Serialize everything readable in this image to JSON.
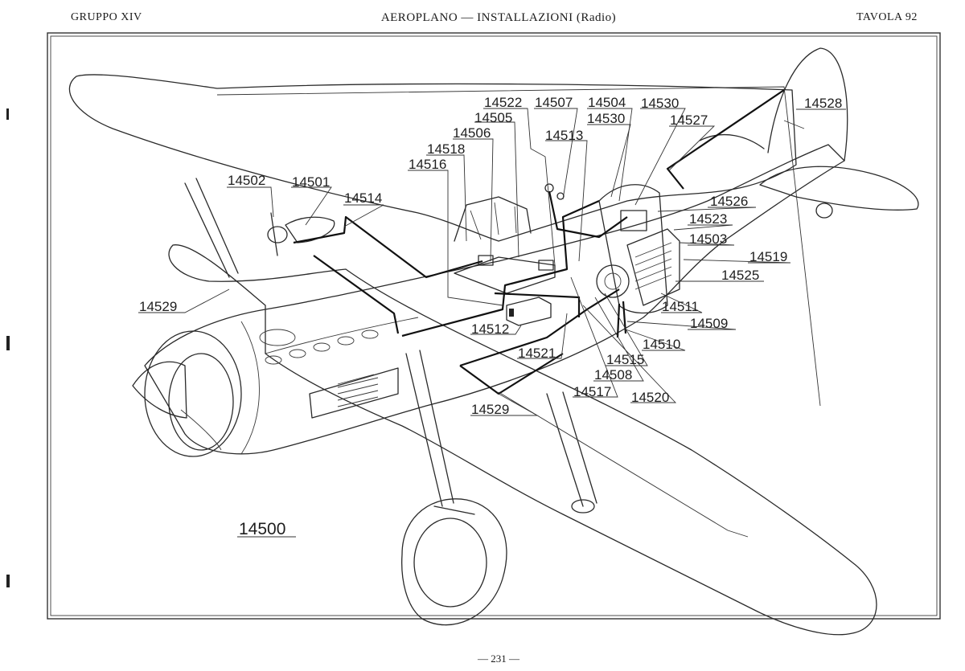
{
  "header": {
    "left": "GRUPPO XIV",
    "center": "AEROPLANO — INSTALLAZIONI (Radio)",
    "right": "TAVOLA 92"
  },
  "footer": {
    "page": "— 231 —"
  },
  "diagram": {
    "main_ref": "14500",
    "callouts": {
      "c14502": "14502",
      "c14501": "14501",
      "c14514": "14514",
      "c14516": "14516",
      "c14518": "14518",
      "c14506": "14506",
      "c14505": "14505",
      "c14522": "14522",
      "c14507": "14507",
      "c14504": "14504",
      "c14530a": "14530",
      "c14530b": "14530",
      "c14513": "14513",
      "c14528": "14528",
      "c14527": "14527",
      "c14526": "14526",
      "c14523": "14523",
      "c14503": "14503",
      "c14519": "14519",
      "c14525": "14525",
      "c14511": "14511",
      "c14509": "14509",
      "c14510": "14510",
      "c14515": "14515",
      "c14508": "14508",
      "c14520": "14520",
      "c14517": "14517",
      "c14521": "14521",
      "c14512": "14512",
      "c14529a": "14529",
      "c14529b": "14529"
    }
  }
}
